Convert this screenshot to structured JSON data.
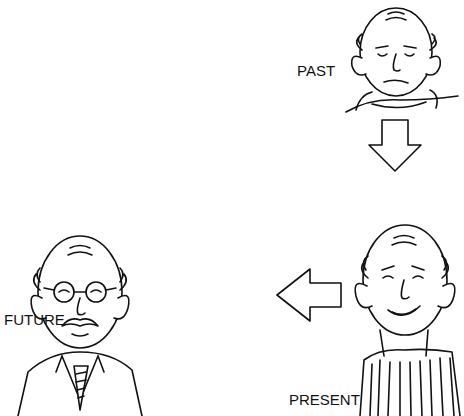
{
  "diagram": {
    "labels": [
      "PAST",
      "PRESENT",
      "FUTURE"
    ]
  }
}
